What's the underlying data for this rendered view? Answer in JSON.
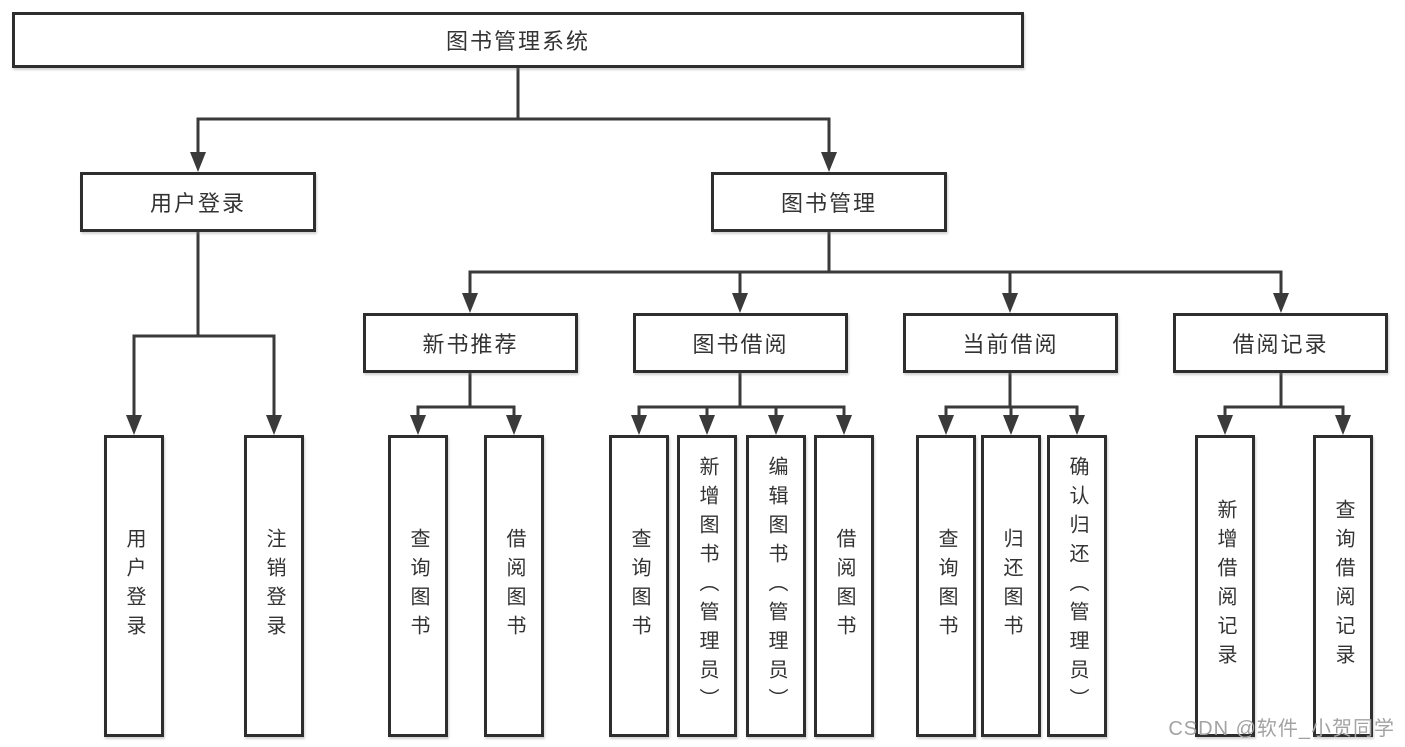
{
  "diagram": {
    "root": {
      "label": "图书管理系统"
    },
    "level1": [
      {
        "label": "用户登录"
      },
      {
        "label": "图书管理"
      }
    ],
    "level2": [
      {
        "label": "新书推荐"
      },
      {
        "label": "图书借阅"
      },
      {
        "label": "当前借阅"
      },
      {
        "label": "借阅记录"
      }
    ],
    "leaves": [
      {
        "label": "用户登录",
        "parent": "用户登录"
      },
      {
        "label": "注销登录",
        "parent": "用户登录"
      },
      {
        "label": "查询图书",
        "parent": "新书推荐"
      },
      {
        "label": "借阅图书",
        "parent": "新书推荐"
      },
      {
        "label": "查询图书",
        "parent": "图书借阅"
      },
      {
        "label": "新增图书（管理员）",
        "parent": "图书借阅"
      },
      {
        "label": "编辑图书（管理员）",
        "parent": "图书借阅"
      },
      {
        "label": "借阅图书",
        "parent": "图书借阅"
      },
      {
        "label": "查询图书",
        "parent": "当前借阅"
      },
      {
        "label": "归还图书",
        "parent": "当前借阅"
      },
      {
        "label": "确认归还（管理员）",
        "parent": "当前借阅"
      },
      {
        "label": "新增借阅记录",
        "parent": "借阅记录"
      },
      {
        "label": "查询借阅记录",
        "parent": "借阅记录"
      }
    ]
  },
  "watermark": {
    "text": "CSDN @软件_小贺同学"
  },
  "colors": {
    "background": "#ffffff",
    "border": "#2e2e2e",
    "line": "#3a3a3a",
    "text": "#333333",
    "watermark": "#a3a3a3"
  }
}
